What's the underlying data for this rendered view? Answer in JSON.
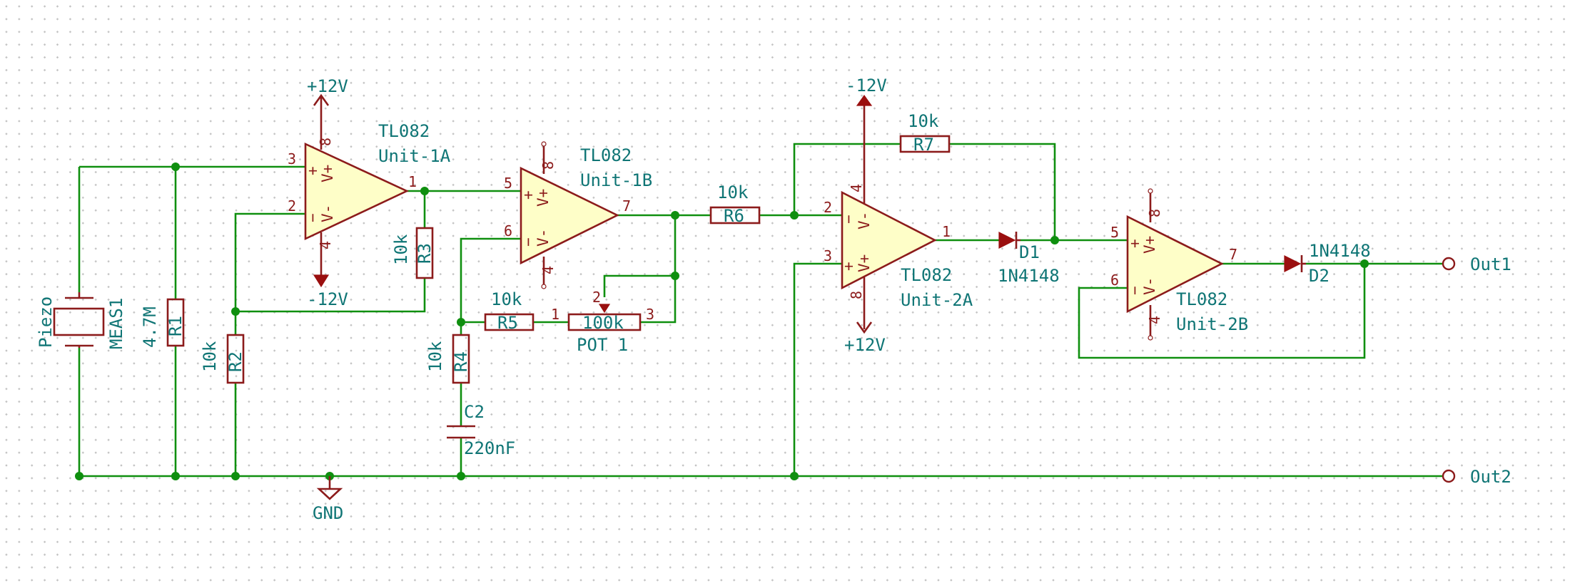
{
  "title": "",
  "piezo": {
    "ref": "MEAS1",
    "value": "Piezo"
  },
  "resistors": {
    "r1": {
      "ref": "R1",
      "value": "4.7M"
    },
    "r2": {
      "ref": "R2",
      "value": "10k"
    },
    "r3": {
      "ref": "R3",
      "value": "10k"
    },
    "r4": {
      "ref": "R4",
      "value": "10k"
    },
    "r5": {
      "ref": "R5",
      "value": "10k"
    },
    "r6": {
      "ref": "R6",
      "value": "10k"
    },
    "r7": {
      "ref": "R7",
      "value": "10k"
    }
  },
  "pot": {
    "value": "100k",
    "ref": "POT 1",
    "pin1": "1",
    "pin2": "2",
    "pin3": "3"
  },
  "capacitor": {
    "ref": "C2",
    "value": "220nF"
  },
  "diodes": {
    "d1": {
      "ref": "D1",
      "value": "1N4148"
    },
    "d2": {
      "ref": "D2",
      "value": "1N4148"
    }
  },
  "opamps": {
    "u1a": {
      "part": "TL082",
      "unit": "Unit-1A",
      "pin_out": "1",
      "pin_a": "3",
      "pin_b": "2",
      "pin_top": "8",
      "pin_bot": "4",
      "sym_a": "+",
      "sym_b": "−",
      "rail_a": "V+",
      "rail_b": "V-"
    },
    "u1b": {
      "part": "TL082",
      "unit": "Unit-1B",
      "pin_out": "7",
      "pin_a": "5",
      "pin_b": "6",
      "pin_top": "8",
      "pin_bot": "4",
      "sym_a": "+",
      "sym_b": "−",
      "rail_a": "V+",
      "rail_b": "V-"
    },
    "u2a": {
      "part": "TL082",
      "unit": "Unit-2A",
      "pin_out": "1",
      "pin_a": "2",
      "pin_b": "3",
      "pin_top": "4",
      "pin_bot": "8",
      "sym_a": "−",
      "sym_b": "+",
      "rail_a": "V-",
      "rail_b": "V+"
    },
    "u2b": {
      "part": "TL082",
      "unit": "Unit-2B",
      "pin_out": "7",
      "pin_a": "5",
      "pin_b": "6",
      "pin_top": "8",
      "pin_bot": "4",
      "sym_a": "+",
      "sym_b": "−",
      "rail_a": "V+",
      "rail_b": "V-"
    }
  },
  "power": {
    "plus12_a": "+12V",
    "minus12_a": "-12V",
    "minus12_b": "-12V",
    "plus12_b": "+12V",
    "gnd": "GND"
  },
  "connectors": {
    "out1": "Out1",
    "out2": "Out2"
  },
  "colors": {
    "wire": "#0f8f0f",
    "component": "#8c1b1b",
    "text": "#0f7575",
    "fill": "#fefec8"
  }
}
